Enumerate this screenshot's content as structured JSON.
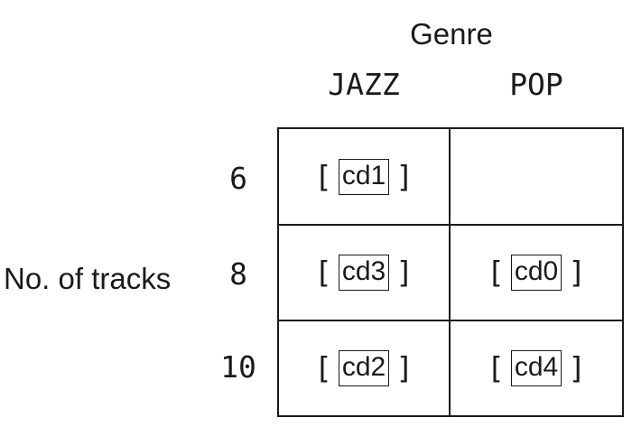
{
  "column_axis": {
    "title": "Genre",
    "headers": [
      "JAZZ",
      "POP"
    ]
  },
  "row_axis": {
    "title": "No. of tracks",
    "headers": [
      "6",
      "8",
      "10"
    ]
  },
  "cells": [
    {
      "row": "6",
      "column": "JAZZ",
      "items": [
        "cd1"
      ]
    },
    {
      "row": "6",
      "column": "POP",
      "items": []
    },
    {
      "row": "8",
      "column": "JAZZ",
      "items": [
        "cd3"
      ]
    },
    {
      "row": "8",
      "column": "POP",
      "items": [
        "cd0"
      ]
    },
    {
      "row": "10",
      "column": "JAZZ",
      "items": [
        "cd2"
      ]
    },
    {
      "row": "10",
      "column": "POP",
      "items": [
        "cd4"
      ]
    }
  ],
  "bracket_open": "[",
  "bracket_close": "]"
}
